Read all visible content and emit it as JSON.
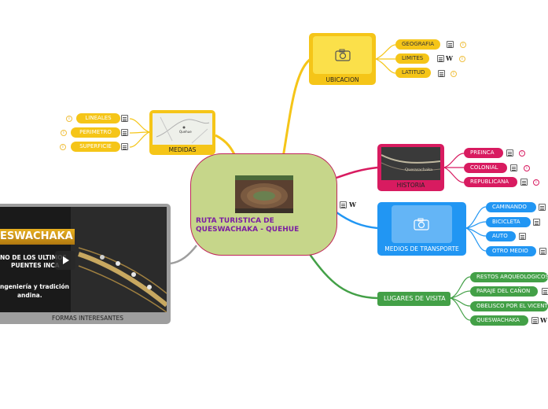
{
  "central": {
    "title": "RUTA TURISTICA DE QUESWACHAKA - QUEHUE"
  },
  "topics": {
    "ubicacion": {
      "label": "UBICACION",
      "children": [
        "GEOGRAFIA",
        "LIMITES",
        "LATITUD"
      ]
    },
    "medidas": {
      "label": "MEDIDAS",
      "map_text": "Quehue",
      "children": [
        "LINEALES",
        "PERIMETRO",
        "SUPERFICIE"
      ]
    },
    "historia": {
      "label": "HISTORIA",
      "image_text": "Queswachaka",
      "children": [
        "PREINCA",
        "COLONIAL",
        "REPUBLICANA"
      ]
    },
    "medios": {
      "label": "MEDIOS DE TRANSPORTE",
      "children": [
        "CAMINANDO",
        "BICICLETA",
        "AUTO",
        "OTRO MEDIO"
      ]
    },
    "lugares": {
      "label": "LUGARES DE VISITA",
      "children": [
        "RESTOS ARQUEOLOGICOS",
        "PARAJE DEL CAÑON",
        "OBELISCO POR EL VICENTENARIO",
        "QUESWACHAKA"
      ]
    },
    "formas": {
      "label": "FORMAS INTERESANTES",
      "video_title": "ESWACHAKA",
      "video_line1": "NO DE LOS ULTIMOS",
      "video_line2": "PUENTES INCA",
      "video_line3": "ngeniería y tradición",
      "video_line4": "andina."
    }
  },
  "icons": {
    "wiki": "W",
    "info": "i"
  },
  "colors": {
    "central_fill": "#c6d68a",
    "central_border": "#c0245a",
    "yellow": "#f5c518",
    "pink": "#d81b60",
    "blue": "#2196f3",
    "green": "#43a047",
    "gray": "#9e9e9e"
  }
}
